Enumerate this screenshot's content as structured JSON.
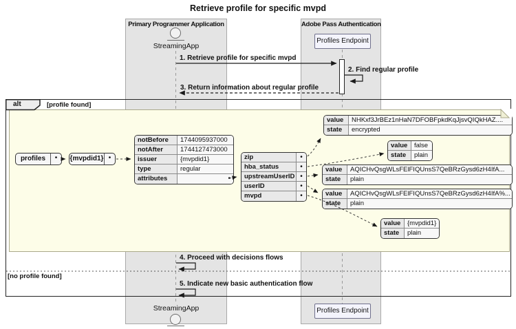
{
  "title": "Retrieve profile for specific mvpd",
  "colors": {
    "band_fill": "#e4e4e4",
    "note_fill": "#fdfde8",
    "frame_border": "#222222"
  },
  "boxes": {
    "left_label": "Primary Programmer Application",
    "right_label": "Adobe Pass Authentication"
  },
  "participants": {
    "app": "StreamingApp",
    "endpoint": "Profiles Endpoint",
    "app_footer": "StreamingApp",
    "endpoint_footer": "Profiles Endpoint"
  },
  "messages": {
    "m1": "1. Retrieve profile for specific mvpd",
    "m2": "2. Find regular profile",
    "m3": "3. Return information about regular profile",
    "m4": "4. Proceed with decisions flows",
    "m5": "5. Indicate new basic authentication flow"
  },
  "alt": {
    "label": "alt",
    "guard_found": "[profile found]",
    "guard_not_found": "[no profile found]"
  },
  "note": {
    "maps": {
      "profiles": "profiles",
      "mvpdid": "{mvpdid1}",
      "bullet": "•"
    },
    "profile_table": {
      "rows": [
        {
          "key": "notBefore",
          "value": "1744095937000"
        },
        {
          "key": "notAfter",
          "value": "1744127473000"
        },
        {
          "key": "issuer",
          "value": "{mvpdid1}"
        },
        {
          "key": "type",
          "value": "regular"
        },
        {
          "key": "attributes",
          "value": ""
        }
      ]
    },
    "attributes_table": {
      "rows": [
        {
          "key": "zip"
        },
        {
          "key": "hba_status"
        },
        {
          "key": "upstreamUserID"
        },
        {
          "key": "userID"
        },
        {
          "key": "mvpd"
        }
      ]
    },
    "value_tables": [
      {
        "value_label": "value",
        "state_label": "state",
        "value": "NHKxf3JrBEz1nHaN7DFOBFpkdKqJjsvQIQkHAZ....",
        "state": "encrypted"
      },
      {
        "value_label": "value",
        "state_label": "state",
        "value": "false",
        "state": "plain"
      },
      {
        "value_label": "value",
        "state_label": "state",
        "value": "AQICHvQsgWLsFElFIQUnsS7QeBRzGysd6zH4IfA...",
        "state": "plain"
      },
      {
        "value_label": "value",
        "state_label": "state",
        "value": "AQICHvQsgWLsFElFIQUnsS7QeBRzGysd6zH4IfA%...",
        "state": "plain"
      },
      {
        "value_label": "value",
        "state_label": "state",
        "value": "{mvpdid1}",
        "state": "plain"
      }
    ]
  }
}
